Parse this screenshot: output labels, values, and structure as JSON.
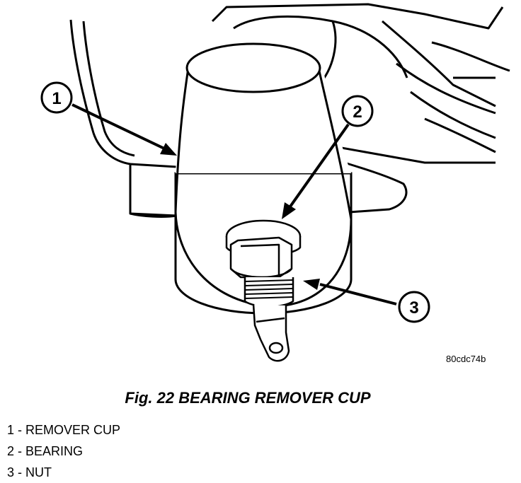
{
  "figure": {
    "image_code": "80cdc74b",
    "caption": "Fig. 22 BEARING REMOVER CUP",
    "callouts": [
      {
        "number": "1"
      },
      {
        "number": "2"
      },
      {
        "number": "3"
      }
    ],
    "legend": [
      {
        "text": "1 - REMOVER CUP"
      },
      {
        "text": "2 - BEARING"
      },
      {
        "text": "3 - NUT"
      }
    ]
  }
}
